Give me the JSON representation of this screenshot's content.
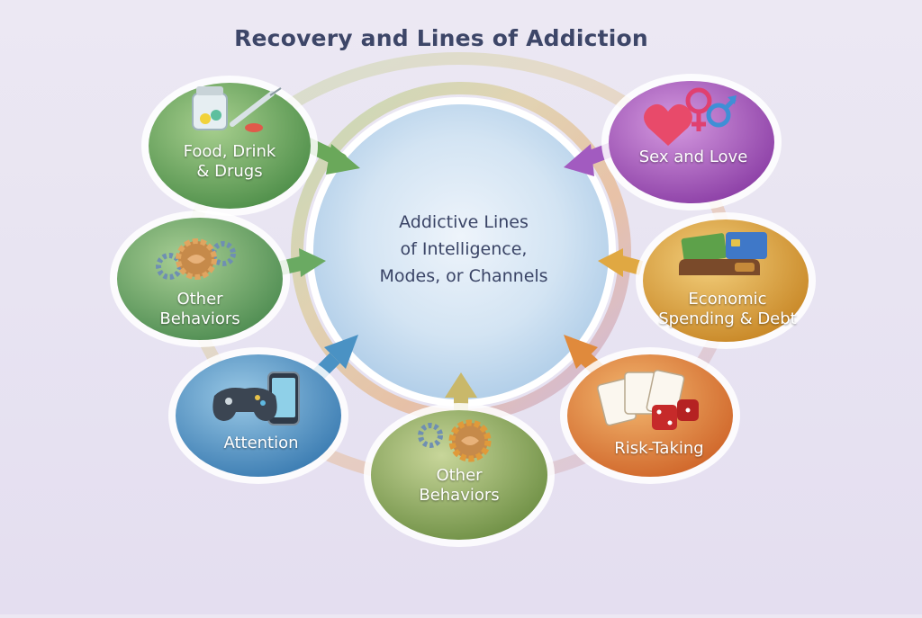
{
  "title": "Recovery and Lines of Addiction",
  "center": {
    "lines": [
      "Addictive Lines",
      "of Intelligence,",
      "Modes, or Channels"
    ]
  },
  "nodes": {
    "food": {
      "lines": [
        "Food, Drink",
        "& Drugs"
      ],
      "icon": "pill-bottle-syringe-icon",
      "color": "#5c9a52"
    },
    "other_left": {
      "lines": [
        "Other",
        "Behaviors"
      ],
      "icon": "brain-gears-icon",
      "color": "#5e9a5a"
    },
    "attention": {
      "lines": [
        "Attention"
      ],
      "icon": "gamepad-phone-icon",
      "color": "#3f84b8"
    },
    "other_bottom": {
      "lines": [
        "Other",
        "Behaviors"
      ],
      "icon": "brain-gears-icon",
      "color": "#7c9a4a"
    },
    "risk": {
      "lines": [
        "Risk-Taking"
      ],
      "icon": "cards-dice-icon",
      "color": "#d8782c"
    },
    "economic": {
      "lines": [
        "Economic",
        "Spending & Debt"
      ],
      "icon": "wallet-cash-card-icon",
      "color": "#d49a2e"
    },
    "sex": {
      "lines": [
        "Sex and Love"
      ],
      "icon": "heart-gender-symbols-icon",
      "color": "#9a4db0"
    }
  }
}
